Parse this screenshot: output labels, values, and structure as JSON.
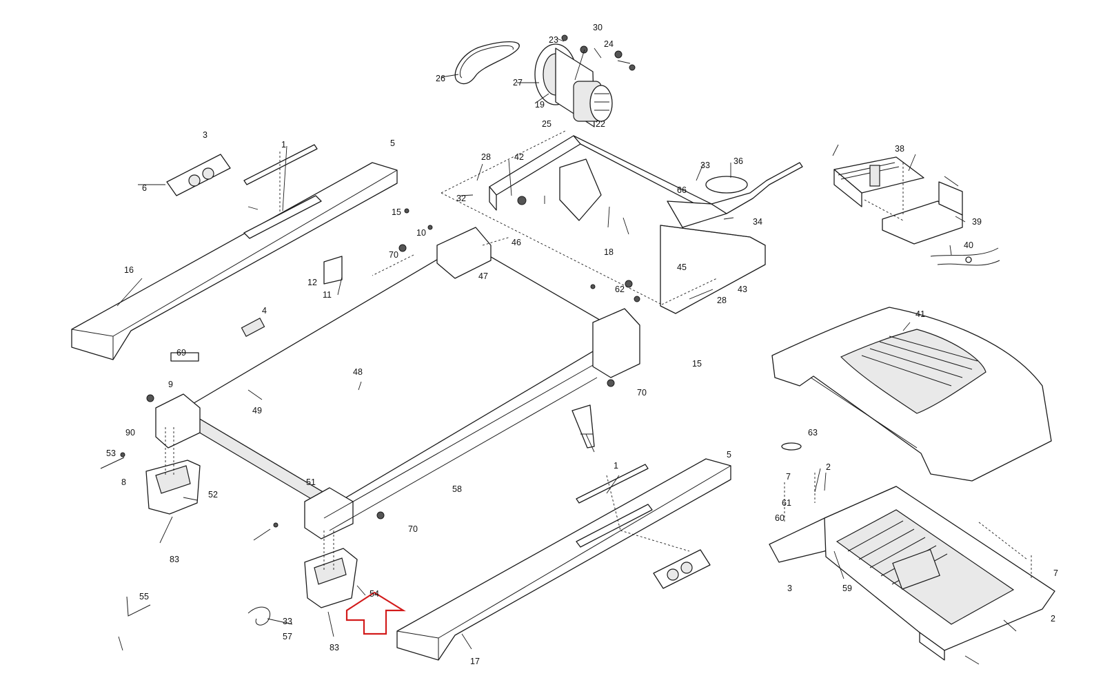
{
  "diagram": {
    "labels": [
      "1",
      "2",
      "3",
      "4",
      "5",
      "6",
      "7",
      "8",
      "9",
      "10",
      "11",
      "12",
      "15",
      "16",
      "17",
      "18",
      "19",
      "22",
      "23",
      "24",
      "25",
      "26",
      "27",
      "28",
      "30",
      "32",
      "33",
      "34",
      "36",
      "38",
      "39",
      "40",
      "41",
      "42",
      "43",
      "45",
      "46",
      "47",
      "48",
      "49",
      "51",
      "52",
      "53",
      "54",
      "55",
      "57",
      "58",
      "59",
      "60",
      "61",
      "62",
      "63",
      "66",
      "69",
      "70",
      "83",
      "90"
    ],
    "highlight": {
      "part": "54",
      "color": "#d21a1a",
      "shape": "arrow-up"
    }
  }
}
